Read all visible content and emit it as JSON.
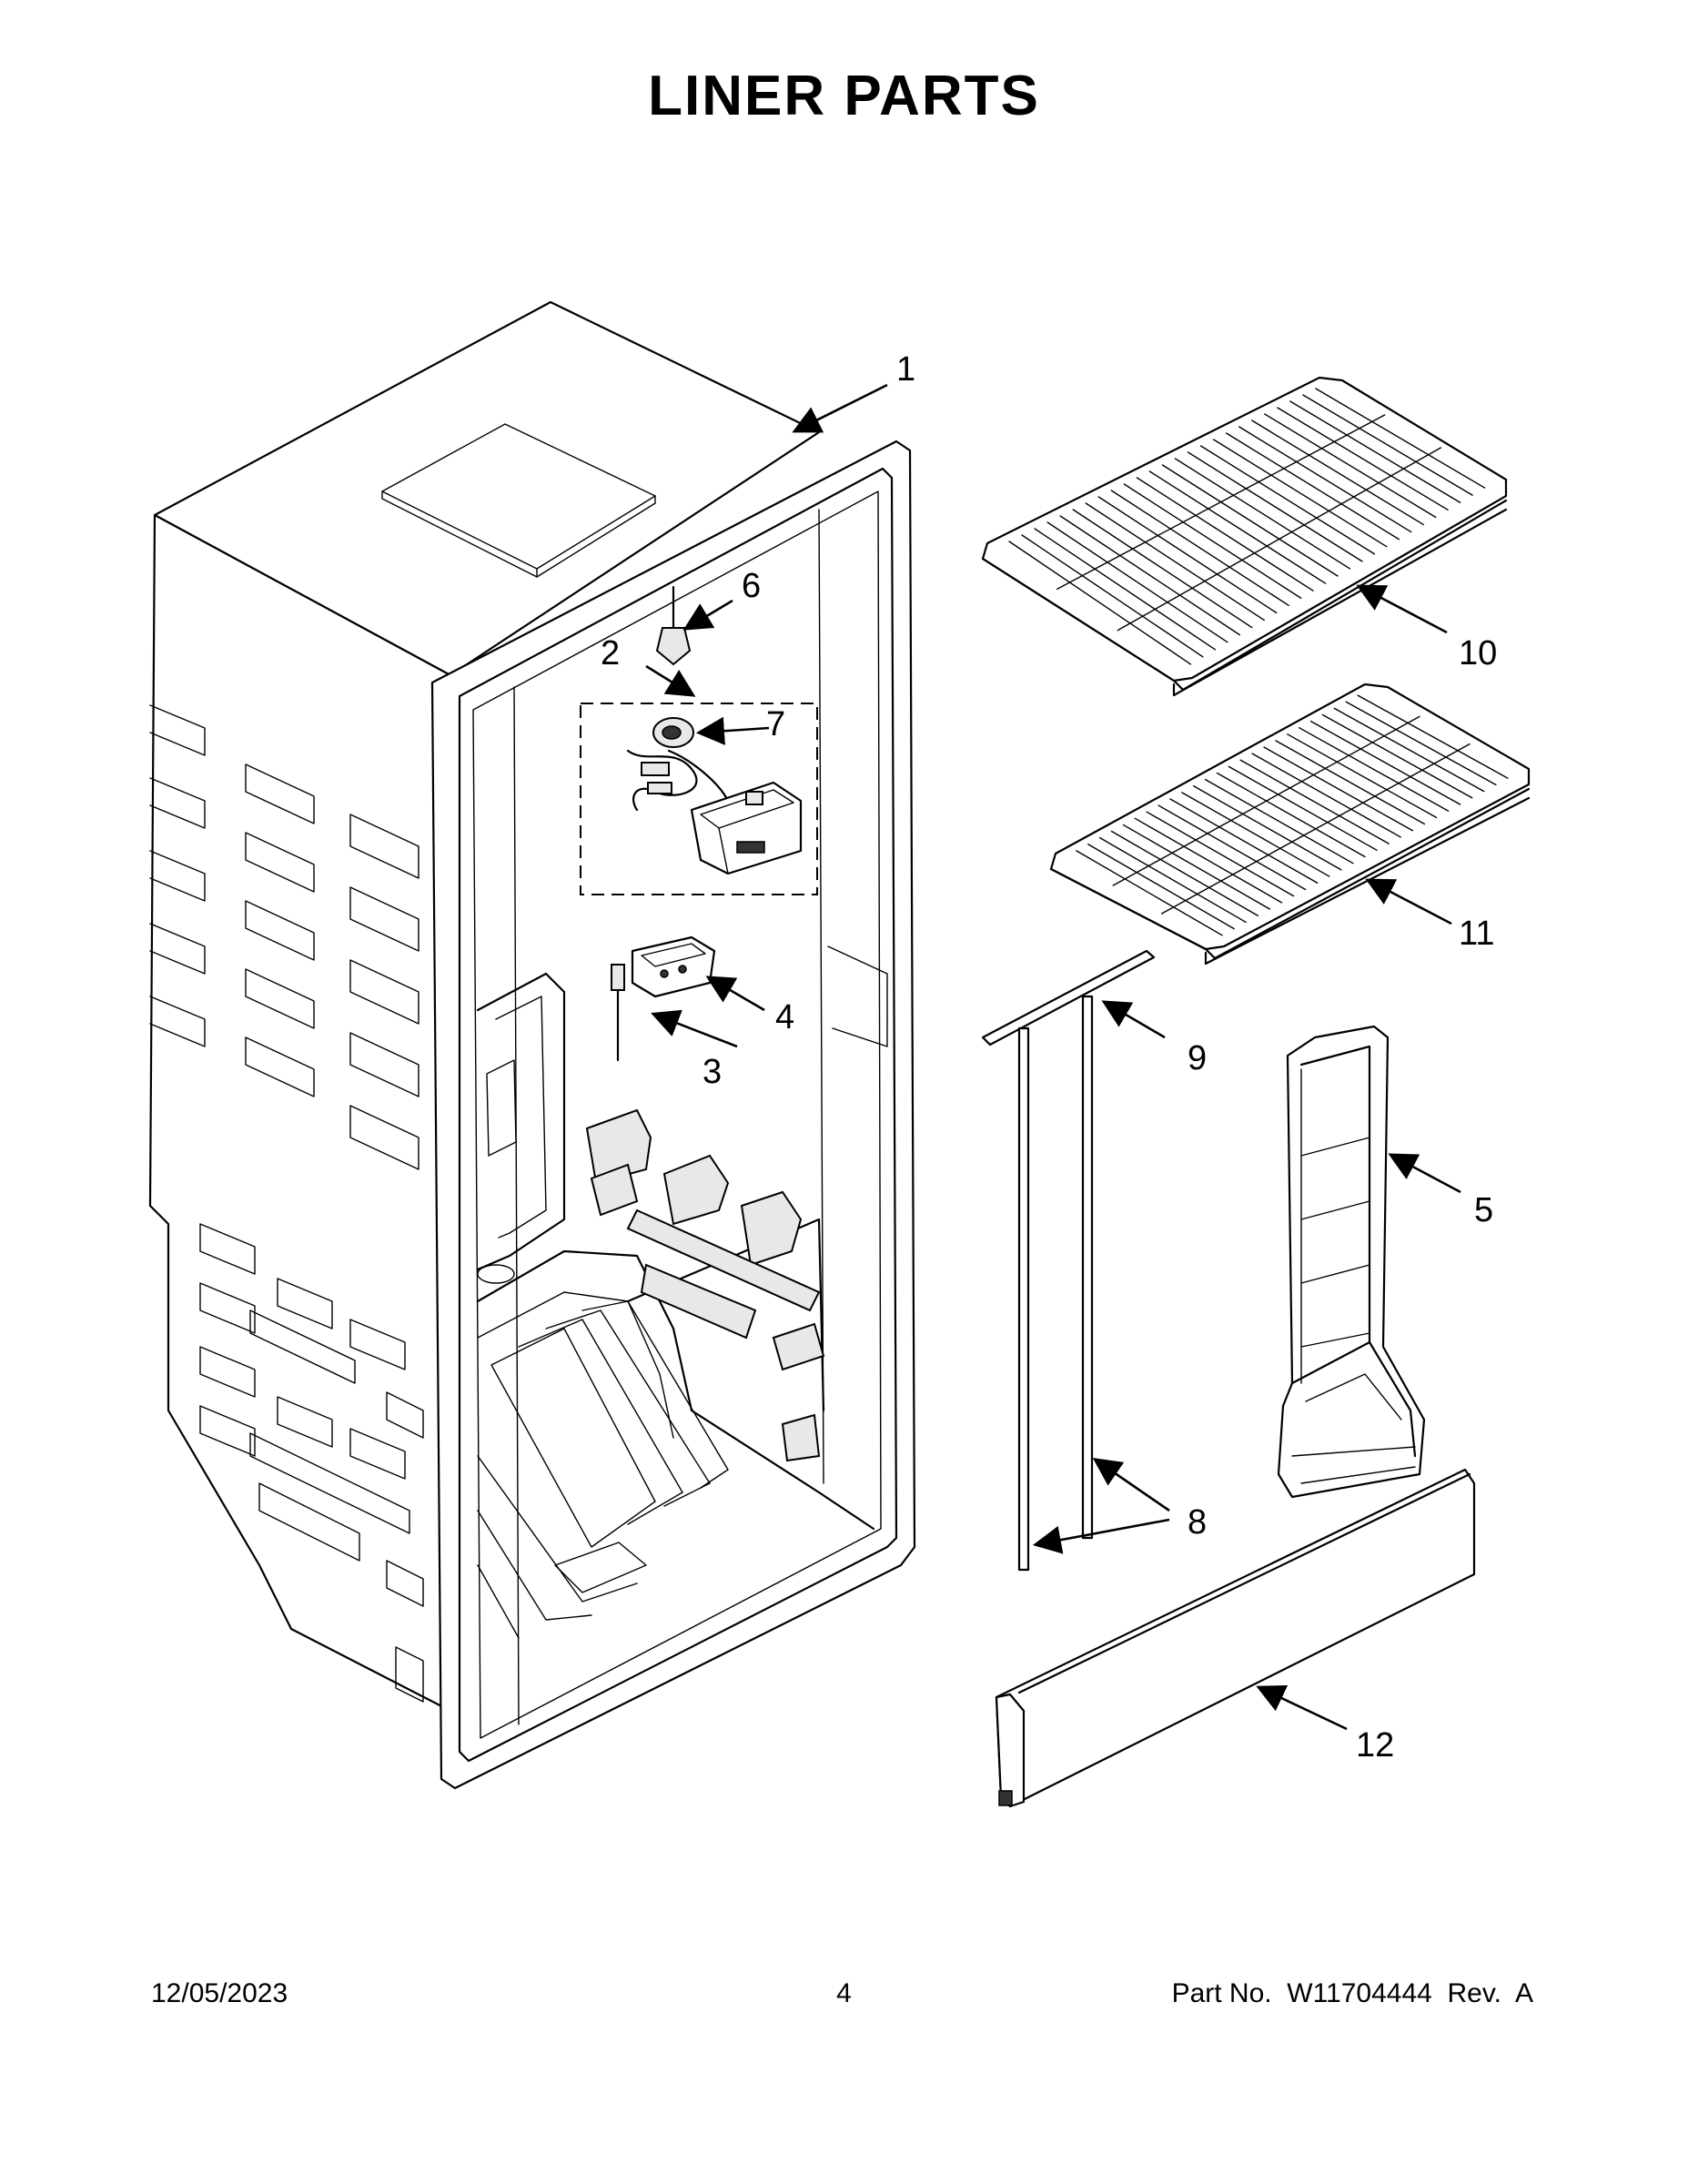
{
  "page": {
    "title": "LINER PARTS",
    "footer": {
      "date": "12/05/2023",
      "page_number": "4",
      "part_no": "Part No.  W11704444  Rev.  A"
    }
  },
  "callouts": [
    {
      "id": "1",
      "label": "1",
      "part": "liner"
    },
    {
      "id": "2",
      "label": "2",
      "part": "control-assembly"
    },
    {
      "id": "3",
      "label": "3",
      "part": "thermistor"
    },
    {
      "id": "4",
      "label": "4",
      "part": "thermistor-holder"
    },
    {
      "id": "5",
      "label": "5",
      "part": "air-duct"
    },
    {
      "id": "6",
      "label": "6",
      "part": "fastener"
    },
    {
      "id": "7",
      "label": "7",
      "part": "light-module"
    },
    {
      "id": "8",
      "label": "8",
      "part": "trim-strips"
    },
    {
      "id": "9",
      "label": "9",
      "part": "trim-strip-top"
    },
    {
      "id": "10",
      "label": "10",
      "part": "upper-shelf"
    },
    {
      "id": "11",
      "label": "11",
      "part": "lower-shelf"
    },
    {
      "id": "12",
      "label": "12",
      "part": "bottom-trim"
    }
  ]
}
